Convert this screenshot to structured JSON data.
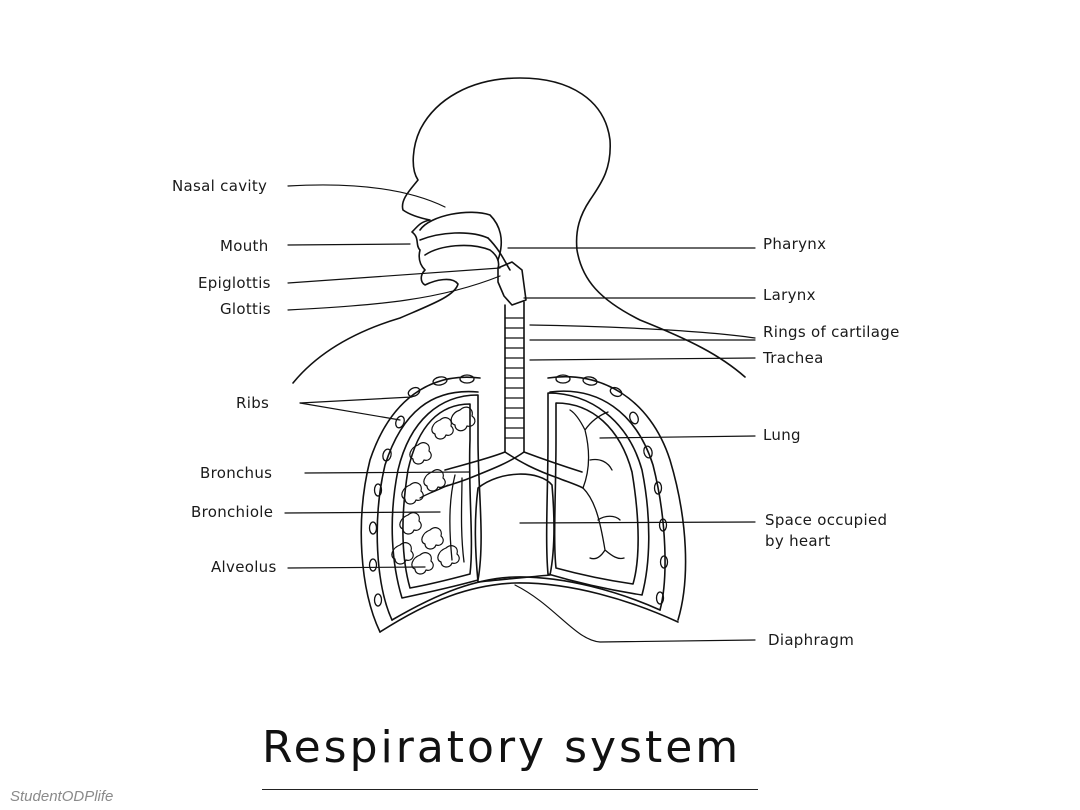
{
  "diagram": {
    "title": "Respiratory system",
    "watermark": "StudentODPlife",
    "labels_left": {
      "nasal_cavity": "Nasal cavity",
      "mouth": "Mouth",
      "epiglottis": "Epiglottis",
      "glottis": "Glottis",
      "ribs": "Ribs",
      "bronchus": "Bronchus",
      "bronchiole": "Bronchiole",
      "alveolus": "Alveolus"
    },
    "labels_right": {
      "pharynx": "Pharynx",
      "larynx": "Larynx",
      "rings_of_cartilage": "Rings of cartilage",
      "trachea": "Trachea",
      "lung": "Lung",
      "space_occupied_line1": "Space occupied",
      "space_occupied_line2": "by heart",
      "diaphragm": "Diaphragm"
    }
  }
}
